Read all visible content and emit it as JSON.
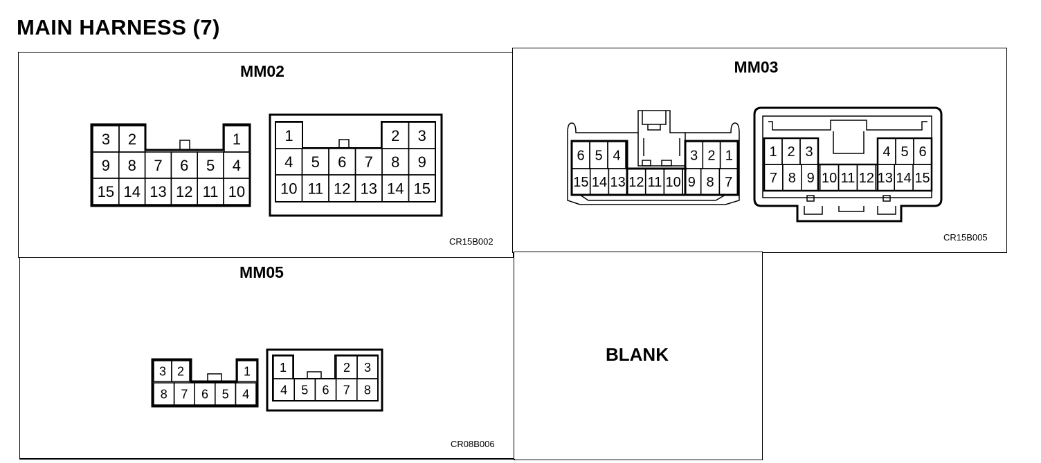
{
  "page": {
    "title": "MAIN HARNESS (7)"
  },
  "connectors": {
    "mm02": {
      "title": "MM02",
      "code": "CR15B002",
      "left_connector": {
        "rows": [
          [
            "3",
            "2",
            "1"
          ],
          [
            "9",
            "8",
            "7",
            "6",
            "5",
            "4"
          ],
          [
            "15",
            "14",
            "13",
            "12",
            "11",
            "10"
          ]
        ]
      },
      "right_connector": {
        "rows": [
          [
            "1",
            "2",
            "3"
          ],
          [
            "4",
            "5",
            "6",
            "7",
            "8",
            "9"
          ],
          [
            "10",
            "11",
            "12",
            "13",
            "14",
            "15"
          ]
        ]
      }
    },
    "mm03": {
      "title": "MM03",
      "code": "CR15B005",
      "left_connector": {
        "rows": [
          [
            "6",
            "5",
            "4",
            "3",
            "2",
            "1"
          ],
          [
            "15",
            "14",
            "13",
            "12",
            "11",
            "10",
            "9",
            "8",
            "7"
          ]
        ]
      },
      "right_connector": {
        "rows": [
          [
            "1",
            "2",
            "3",
            "4",
            "5",
            "6"
          ],
          [
            "7",
            "8",
            "9",
            "10",
            "11",
            "12",
            "13",
            "14",
            "15"
          ]
        ]
      }
    },
    "mm05": {
      "title": "MM05",
      "code": "CR08B006",
      "left_connector": {
        "rows": [
          [
            "3",
            "2",
            "1"
          ],
          [
            "8",
            "7",
            "6",
            "5",
            "4"
          ]
        ]
      },
      "right_connector": {
        "rows": [
          [
            "1",
            "2",
            "3"
          ],
          [
            "4",
            "5",
            "6",
            "7",
            "8"
          ]
        ]
      }
    },
    "blank": {
      "label": "BLANK"
    }
  }
}
